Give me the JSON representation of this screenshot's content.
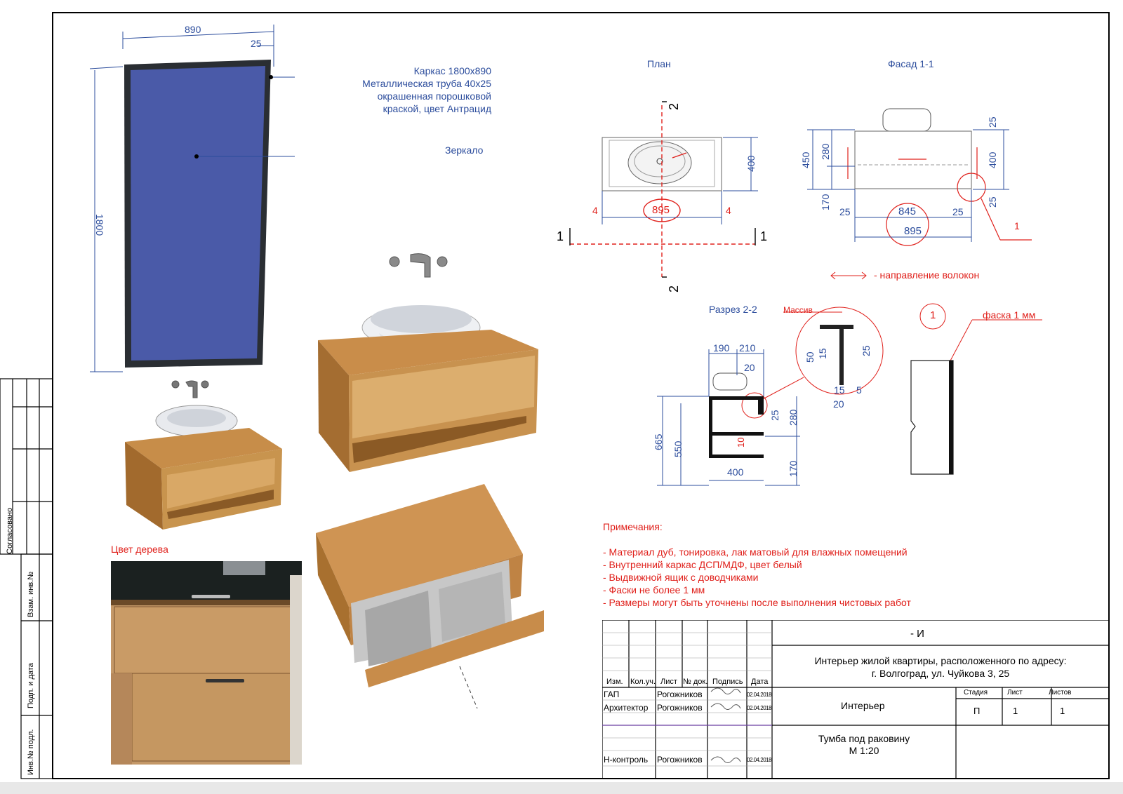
{
  "mirror": {
    "width": "890",
    "side": "25",
    "height": "1800",
    "callout_frame": [
      "Каркас 1800х890",
      "Металлическая труба 40х25",
      "окрашенная порошковой",
      "краской, цвет Антрацид"
    ],
    "callout_mirror": "Зеркало"
  },
  "wood_color_title": "Цвет дерева",
  "plan": {
    "title": "План",
    "dim_width": "895",
    "dim_left": "4",
    "dim_right": "4",
    "dim_depth": "400",
    "section_1": "1",
    "section_2": "2"
  },
  "facade": {
    "title": "Фасад 1-1",
    "dims": {
      "h_total": "450",
      "h_top": "280",
      "h_bottom": "170",
      "right_top": "25",
      "right_mid": "400",
      "right_bottom": "25",
      "bottom_left": "25",
      "bottom_mid": "845",
      "bottom_right": "25",
      "bottom_total": "895"
    },
    "callout": "1"
  },
  "legend_grain": "- направление волокон",
  "section": {
    "title": "Разрез 2-2",
    "massive_label": "Массив",
    "dims": {
      "d190": "190",
      "d210": "210",
      "d20": "20",
      "d665": "665",
      "d550": "550",
      "d400": "400",
      "d25": "25",
      "d280": "280",
      "d170": "170",
      "d10": "10",
      "z50": "50",
      "z15a": "15",
      "z25": "25",
      "z15b": "15",
      "z5": "5",
      "z20": "20"
    }
  },
  "detail": {
    "number": "1",
    "label": "фаска 1 мм"
  },
  "notes": {
    "title": "Примечания:",
    "items": [
      "- Материал дуб, тонировка, лак матовый для влажных помещений",
      "- Внутренний каркас ДСП/МДФ, цвет белый",
      "- Выдвижной ящик с доводчиками",
      "- Фаски не более 1 мм",
      "- Размеры могут быть уточнены после выполнения чистовых работ"
    ]
  },
  "side_stamp": {
    "agreed": "Согласовано",
    "inv_vz": "Взам. инв.№",
    "sign_date": "Подп. и дата",
    "inv_orig": "Инв.№ подл."
  },
  "title_block": {
    "code": "- И",
    "project": [
      "Интерьер жилой квартиры, расположенного по адресу:",
      "г. Волгоград, ул. Чуйкова 3, 25"
    ],
    "section_name": "Интерьер",
    "sheet_title": [
      "Тумба под раковину",
      "М 1:20"
    ],
    "headers": [
      "Изм.",
      "Кол.уч.",
      "Лист",
      "№ док.",
      "Подпись",
      "Дата"
    ],
    "stage_headers": [
      "Стадия",
      "Лист",
      "Листов"
    ],
    "stage_values": [
      "П",
      "1",
      "1"
    ],
    "rows": [
      {
        "role": "ГАП",
        "name": "Рогожников",
        "date": "02.04.2018"
      },
      {
        "role": "Архитектор",
        "name": "Рогожников",
        "date": "02.04.2018"
      },
      {
        "role": "Н-контроль",
        "name": "Рогожников",
        "date": "02.04.2018"
      }
    ]
  }
}
